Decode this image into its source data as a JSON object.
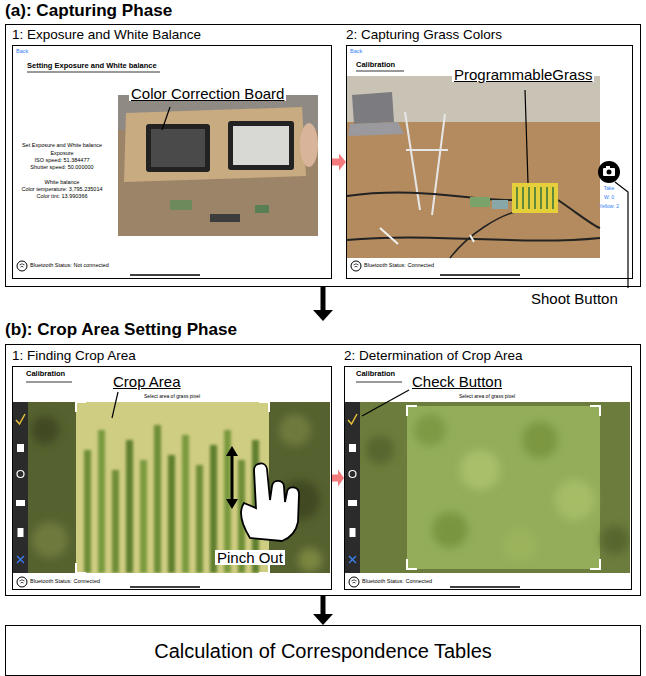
{
  "diagram": {
    "nodes": [
      {
        "text": [
          "(a): Capturing Phase"
        ]
      },
      {
        "text": [
          "1: Exposure and White Balance"
        ],
        "in": 0
      },
      {
        "text": [
          "2: Capturing Grass Colors"
        ],
        "in": 0
      },
      {
        "text": [
          "(b): Crop Area Setting Phase"
        ]
      },
      {
        "text": [
          "1: Finding Crop Area"
        ],
        "in": 3
      },
      {
        "text": [
          "2: Determination of Crop Area"
        ],
        "in": 3
      },
      {
        "text": [
          "Calculation of Correspondence Tables"
        ]
      }
    ],
    "edges": [
      {
        "from": 1,
        "to": 2,
        "arrow": "to"
      },
      {
        "from": 0,
        "to": 3,
        "arrow": "to"
      },
      {
        "from": 4,
        "to": 5,
        "arrow": "to"
      },
      {
        "from": 3,
        "to": 6,
        "arrow": "to"
      }
    ],
    "labels": [
      "Back",
      "Setting Exposure and White balance",
      "Set Exposure and White balance",
      "Exposure",
      "ISO speed: 51.384477",
      "Shutter speed: 50.000000",
      "White balance",
      "Color temperature: 3,795.235014",
      "Color tint: 13.990366",
      "Bluetooth Status: Not connected",
      "Color Correction Board",
      "Back",
      "Calibration",
      "ProgrammableGrass",
      "Take",
      "W: 0",
      "Yellow: 2",
      "Bluetooth Status: Connected",
      "Shoot Button",
      "Calibration",
      "Select area of grass pixel",
      "Crop Area",
      "Pinch Out",
      "Bluetooth Status: Connected",
      "Calibration",
      "Check Button",
      "Select area of grass pixel",
      "Bluetooth Status: Connected"
    ]
  }
}
